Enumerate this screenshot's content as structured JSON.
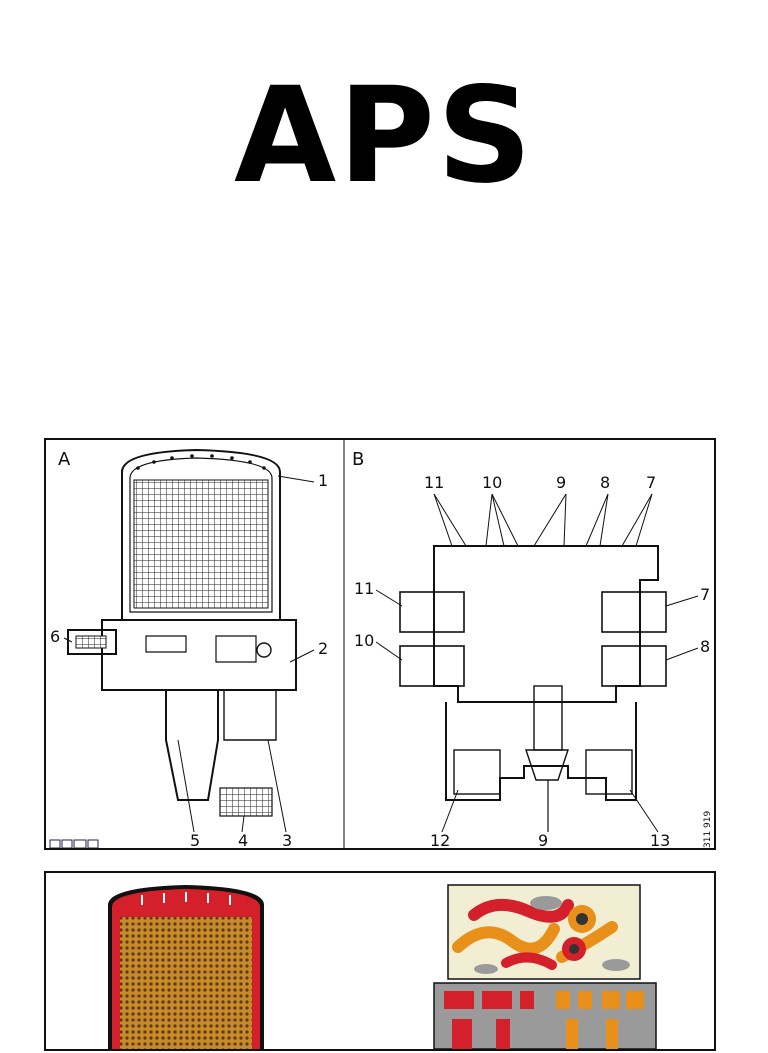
{
  "title": "APS",
  "figure_a": {
    "panel_a_label": "A",
    "panel_b_label": "B",
    "callouts_a": [
      "1",
      "2",
      "3",
      "4",
      "5",
      "6"
    ],
    "callouts_b_top": [
      "11",
      "10",
      "9",
      "8",
      "7"
    ],
    "callouts_b_left": [
      "11",
      "10"
    ],
    "callouts_b_right": [
      "7",
      "8"
    ],
    "callouts_b_bottom": [
      "12",
      "9",
      "13"
    ],
    "ref_code": "311 919"
  },
  "colors": {
    "red": "#d4202a",
    "orange": "#e8901a",
    "beige": "#f1eed3",
    "gray": "#9a9a9a",
    "filter_fill": "#c98a2a"
  }
}
